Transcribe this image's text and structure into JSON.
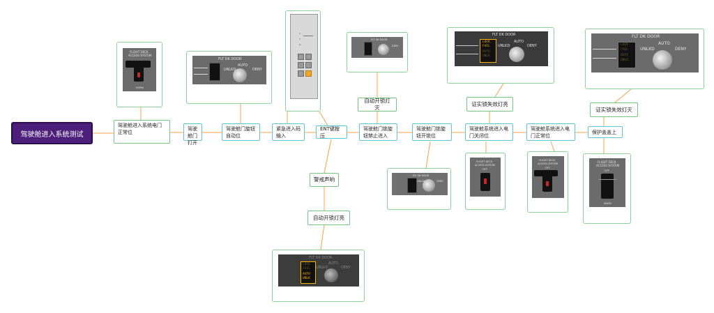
{
  "root": {
    "label": "驾驶舱进入系统测试"
  },
  "steps": [
    {
      "id": "s1",
      "label": "驾驶舱进入系统电门正常位"
    },
    {
      "id": "s2",
      "label": "驾驶舱门打开"
    },
    {
      "id": "s3",
      "label": "驾驶舱门旋钮自动位"
    },
    {
      "id": "s4",
      "label": "紧急进入码输入"
    },
    {
      "id": "s5",
      "label": "ENT键按压"
    },
    {
      "id": "s6",
      "label": "驾驶舱门锁旋钮禁止进入"
    },
    {
      "id": "s7",
      "label": "驾驶舱门锁旋钮开锁位"
    },
    {
      "id": "s8",
      "label": "驾驶舱系统进入电门关闭位"
    },
    {
      "id": "s9",
      "label": "驾驶舱系统进入电门正常位"
    },
    {
      "id": "s10",
      "label": "保护盖盖上"
    }
  ],
  "results": [
    {
      "id": "r1",
      "label": "自动开锁灯灭"
    },
    {
      "id": "r2",
      "label": "证实锁失效灯亮"
    },
    {
      "id": "r3",
      "label": "证实锁失效灯灭"
    },
    {
      "id": "r4",
      "label": "警戒声响"
    },
    {
      "id": "r5",
      "label": "自动开锁灯亮"
    }
  ],
  "panel_text": {
    "flt_dk_door": "FLT DK DOOR",
    "unlkd": "UNLKD",
    "auto": "AUTO",
    "deny": "DENY",
    "lock": "LOCK",
    "fail": "FAIL",
    "auto_light": "AUTO",
    "unlk": "UNLK",
    "access_title_1": "FLIGHT DECK",
    "access_title_2": "ACCESS SYSTEM",
    "off": "OFF",
    "norm": "NORM"
  },
  "colors": {
    "root_bg": "#4b1f7a",
    "step_border": "#5ec6d6",
    "result_border": "#77c37f",
    "connector": "#f5a04a",
    "annunciator_amber": "#ffb300",
    "keypad_lit": "#f5a623"
  }
}
